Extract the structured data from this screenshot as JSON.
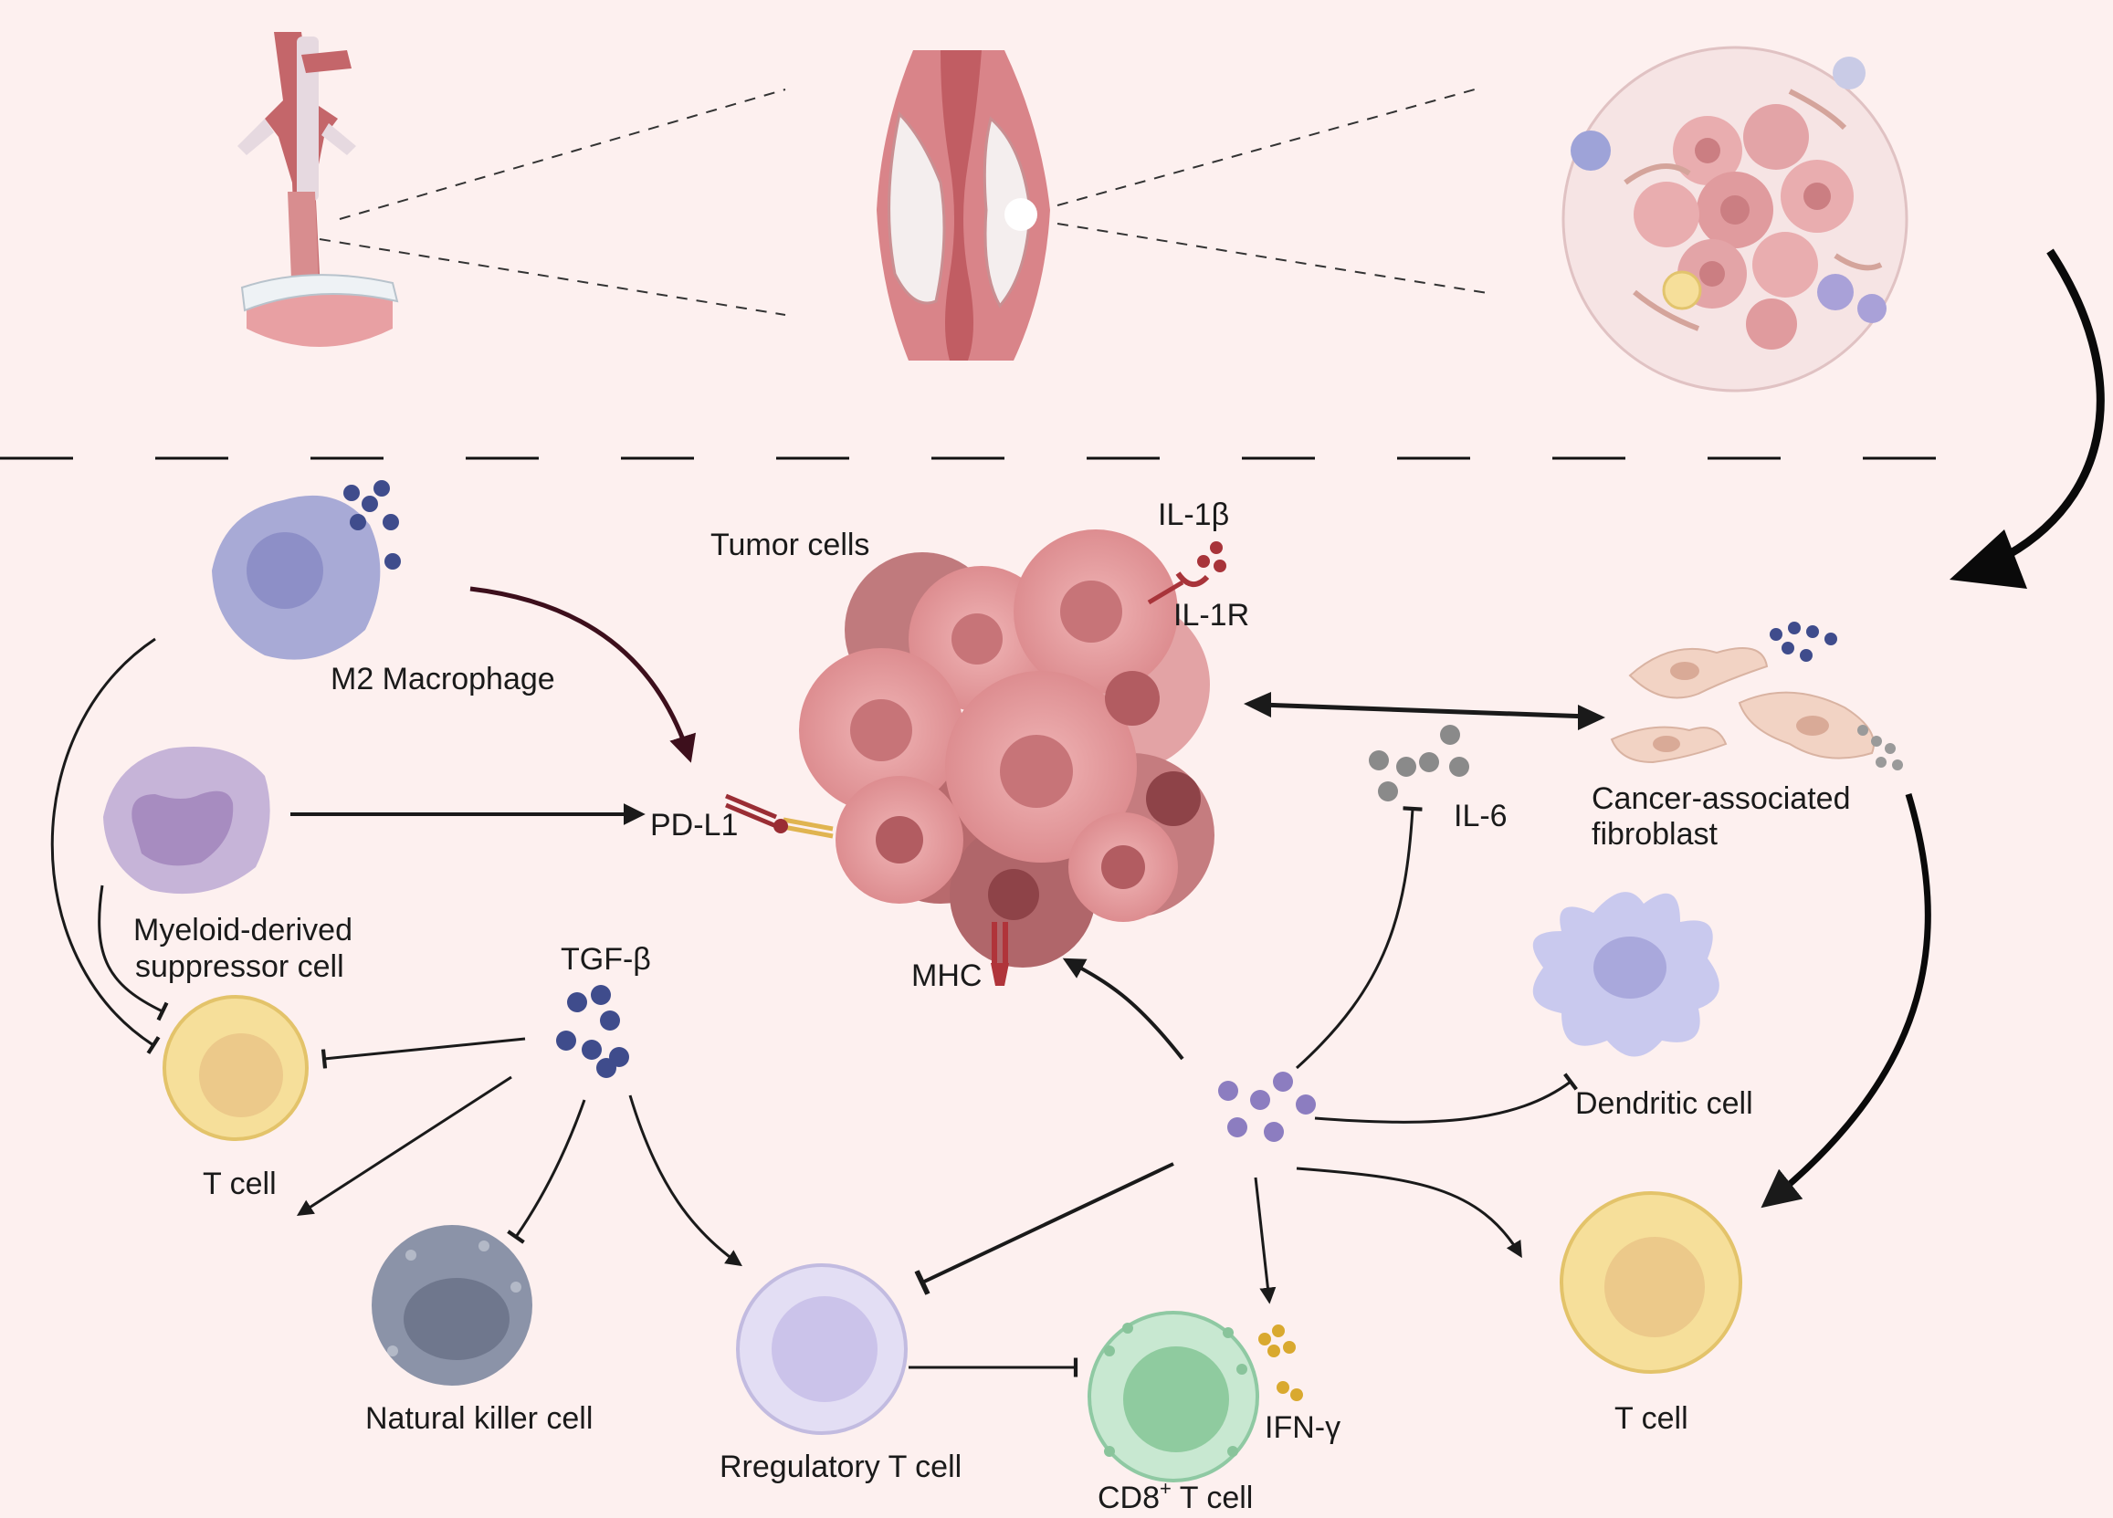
{
  "labels": {
    "tumor_cells": "Tumor cells",
    "il1b": "IL-1β",
    "il1r": "IL-1R",
    "m2_macrophage": "M2 Macrophage",
    "pdl1": "PD-L1",
    "mdsc_line1": "Myeloid-derived",
    "mdsc_line2": "suppressor cell",
    "tgf_beta": "TGF-β",
    "mhc": "MHC",
    "il6": "IL-6",
    "caf_line1": "Cancer-associated",
    "caf_line2": "fibroblast",
    "dendritic_cell": "Dendritic cell",
    "t_cell_left": "T cell",
    "t_cell_right": "T cell",
    "nk_cell": "Natural killer cell",
    "treg": "Rregulatory T cell",
    "cd8_prefix": "CD8",
    "cd8_sup": "+",
    "cd8_suffix": " T cell",
    "ifn_gamma": "IFN-γ"
  },
  "colors": {
    "background": "#fdf0ef",
    "tumor": "#e59a9c",
    "tumor_dark": "#b86a6d",
    "macrophage": "#a8aad6",
    "mdsc": "#c6b4d8",
    "tcell": "#f6df9a",
    "nk": "#8b93a8",
    "treg": "#d7d3ee",
    "cd8": "#a9d8b8",
    "dendritic": "#c9c9ee",
    "caf": "#f2d3c4",
    "cytokine_blue": "#3f4c8c",
    "cytokine_grey": "#8a8a8a",
    "cytokine_purple": "#8c7dc0",
    "ifn_dots": "#d9a92f",
    "arrow": "#1a1a1a",
    "arrow_dark_red": "#3d0f1c"
  }
}
